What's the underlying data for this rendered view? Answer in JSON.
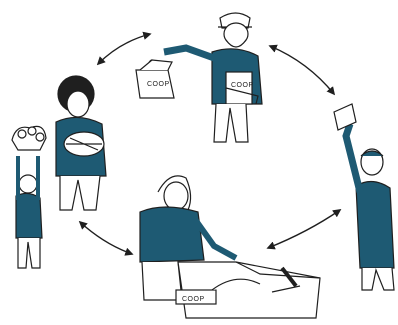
{
  "labels": {
    "bag_text": "COOP",
    "apron_text": "COOP",
    "cart_text": "COOP"
  },
  "colors": {
    "teal_shirt": "#1e5a73",
    "line": "#1f1f1f",
    "background": "#ffffff"
  },
  "icons": [
    "double-arrow-icon",
    "shopping-bag-icon",
    "shopping-cart-icon",
    "vegetables-icon",
    "cauliflower-icon",
    "package-icon"
  ]
}
